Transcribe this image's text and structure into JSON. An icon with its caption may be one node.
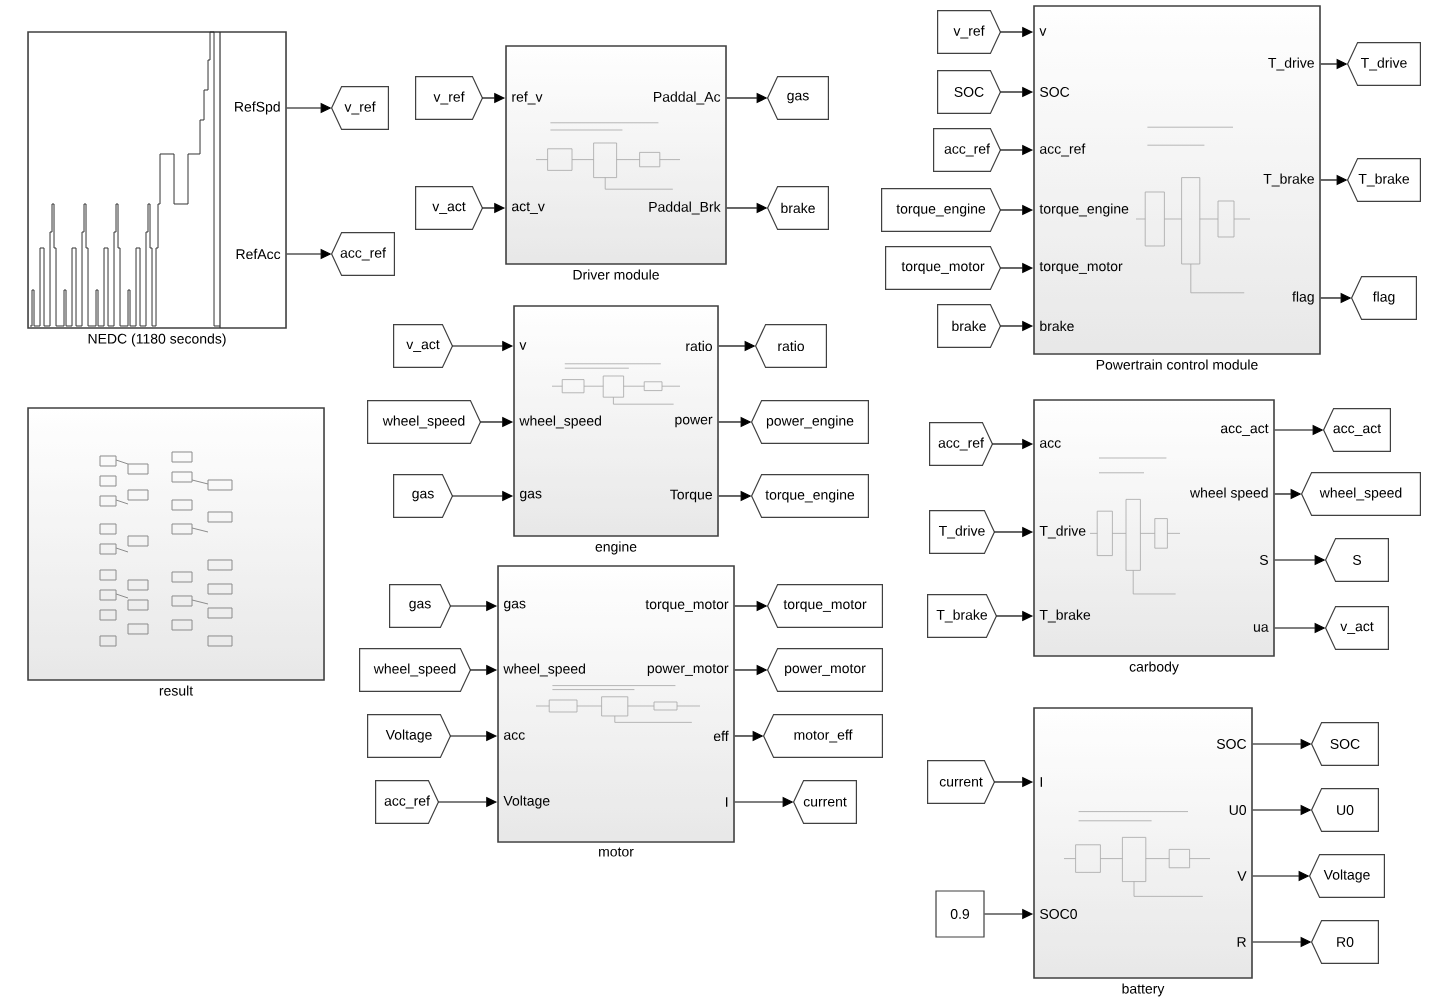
{
  "diagram": {
    "nodes": [
      {
        "text": [
          "RefSpd",
          "RefAcc"
        ],
        "beside": [
          "NEDC (1180 seconds)"
        ]
      },
      {
        "text": [
          "v_ref"
        ]
      },
      {
        "text": [
          "acc_ref"
        ]
      },
      {
        "text": [],
        "shape": "box",
        "beside": [
          "result"
        ]
      },
      {
        "text": [
          "ref_v",
          "act_v",
          "Paddal_Ac",
          "Paddal_Brk"
        ],
        "beside": [
          "Driver module"
        ]
      },
      {
        "text": [
          "v_ref"
        ]
      },
      {
        "text": [
          "v_act"
        ]
      },
      {
        "text": [
          "gas"
        ]
      },
      {
        "text": [
          "brake"
        ]
      },
      {
        "text": [
          "v",
          "wheel_speed",
          "gas",
          "ratio",
          "power",
          "Torque"
        ],
        "beside": [
          "engine"
        ]
      },
      {
        "text": [
          "v_act"
        ]
      },
      {
        "text": [
          "wheel_speed"
        ]
      },
      {
        "text": [
          "gas"
        ]
      },
      {
        "text": [
          "ratio"
        ]
      },
      {
        "text": [
          "power_engine"
        ]
      },
      {
        "text": [
          "torque_engine"
        ]
      },
      {
        "text": [
          "gas",
          "wheel_speed",
          "acc",
          "Voltage",
          "torque_motor",
          "power_motor",
          "eff",
          "I"
        ],
        "beside": [
          "motor"
        ]
      },
      {
        "text": [
          "gas"
        ]
      },
      {
        "text": [
          "wheel_speed"
        ]
      },
      {
        "text": [
          "Voltage"
        ]
      },
      {
        "text": [
          "acc_ref"
        ]
      },
      {
        "text": [
          "torque_motor"
        ]
      },
      {
        "text": [
          "power_motor"
        ]
      },
      {
        "text": [
          "motor_eff"
        ]
      },
      {
        "text": [
          "current"
        ]
      },
      {
        "text": [
          "v",
          "SOC",
          "acc_ref",
          "torque_engine",
          "torque_motor",
          "brake",
          "T_drive",
          "T_brake",
          "flag"
        ],
        "beside": [
          "Powertrain control module"
        ]
      },
      {
        "text": [
          "v_ref"
        ]
      },
      {
        "text": [
          "SOC"
        ]
      },
      {
        "text": [
          "acc_ref"
        ]
      },
      {
        "text": [
          "torque_engine"
        ]
      },
      {
        "text": [
          "torque_motor"
        ]
      },
      {
        "text": [
          "brake"
        ]
      },
      {
        "text": [
          "T_drive"
        ]
      },
      {
        "text": [
          "T_brake"
        ]
      },
      {
        "text": [
          "flag"
        ]
      },
      {
        "text": [
          "acc",
          "T_drive",
          "T_brake",
          "acc_act",
          "wheel speed",
          "S",
          "ua"
        ],
        "beside": [
          "carbody"
        ]
      },
      {
        "text": [
          "acc_ref"
        ]
      },
      {
        "text": [
          "T_drive"
        ]
      },
      {
        "text": [
          "T_brake"
        ]
      },
      {
        "text": [
          "acc_act"
        ]
      },
      {
        "text": [
          "wheel_speed"
        ]
      },
      {
        "text": [
          "S"
        ]
      },
      {
        "text": [
          "v_act"
        ]
      },
      {
        "text": [
          "I",
          "SOC0",
          "SOC",
          "U0",
          "V",
          "R"
        ],
        "beside": [
          "battery"
        ]
      },
      {
        "text": [
          "current"
        ]
      },
      {
        "text": [
          "0.9"
        ]
      },
      {
        "text": [
          "SOC"
        ]
      },
      {
        "text": [
          "U0"
        ]
      },
      {
        "text": [
          "Voltage"
        ]
      },
      {
        "text": [
          "R0"
        ]
      }
    ],
    "edges": [
      {
        "from": 0,
        "to": 1,
        "arrow": "to"
      },
      {
        "from": 0,
        "to": 2,
        "arrow": "to"
      },
      {
        "from": 5,
        "to": 4,
        "arrow": "to"
      },
      {
        "from": 6,
        "to": 4,
        "arrow": "to"
      },
      {
        "from": 4,
        "to": 7,
        "arrow": "to"
      },
      {
        "from": 4,
        "to": 8,
        "arrow": "to"
      },
      {
        "from": 10,
        "to": 9,
        "arrow": "to"
      },
      {
        "from": 11,
        "to": 9,
        "arrow": "to"
      },
      {
        "from": 12,
        "to": 9,
        "arrow": "to"
      },
      {
        "from": 9,
        "to": 13,
        "arrow": "to"
      },
      {
        "from": 9,
        "to": 14,
        "arrow": "to"
      },
      {
        "from": 9,
        "to": 15,
        "arrow": "to"
      },
      {
        "from": 17,
        "to": 16,
        "arrow": "to"
      },
      {
        "from": 18,
        "to": 16,
        "arrow": "to"
      },
      {
        "from": 19,
        "to": 16,
        "arrow": "to"
      },
      {
        "from": 20,
        "to": 16,
        "arrow": "to"
      },
      {
        "from": 16,
        "to": 21,
        "arrow": "to"
      },
      {
        "from": 16,
        "to": 22,
        "arrow": "to"
      },
      {
        "from": 16,
        "to": 23,
        "arrow": "to"
      },
      {
        "from": 16,
        "to": 24,
        "arrow": "to"
      },
      {
        "from": 26,
        "to": 25,
        "arrow": "to"
      },
      {
        "from": 27,
        "to": 25,
        "arrow": "to"
      },
      {
        "from": 28,
        "to": 25,
        "arrow": "to"
      },
      {
        "from": 29,
        "to": 25,
        "arrow": "to"
      },
      {
        "from": 30,
        "to": 25,
        "arrow": "to"
      },
      {
        "from": 31,
        "to": 25,
        "arrow": "to"
      },
      {
        "from": 25,
        "to": 32,
        "arrow": "to"
      },
      {
        "from": 25,
        "to": 33,
        "arrow": "to"
      },
      {
        "from": 25,
        "to": 34,
        "arrow": "to"
      },
      {
        "from": 36,
        "to": 35,
        "arrow": "to"
      },
      {
        "from": 37,
        "to": 35,
        "arrow": "to"
      },
      {
        "from": 38,
        "to": 35,
        "arrow": "to"
      },
      {
        "from": 35,
        "to": 39,
        "arrow": "to"
      },
      {
        "from": 35,
        "to": 40,
        "arrow": "to"
      },
      {
        "from": 35,
        "to": 41,
        "arrow": "to"
      },
      {
        "from": 35,
        "to": 42,
        "arrow": "to"
      },
      {
        "from": 44,
        "to": 43,
        "arrow": "to"
      },
      {
        "from": 45,
        "to": 43,
        "arrow": "to"
      },
      {
        "from": 43,
        "to": 46,
        "arrow": "to"
      },
      {
        "from": 43,
        "to": 47,
        "arrow": "to"
      },
      {
        "from": 43,
        "to": 48,
        "arrow": "to"
      },
      {
        "from": 43,
        "to": 49,
        "arrow": "to"
      }
    ]
  }
}
